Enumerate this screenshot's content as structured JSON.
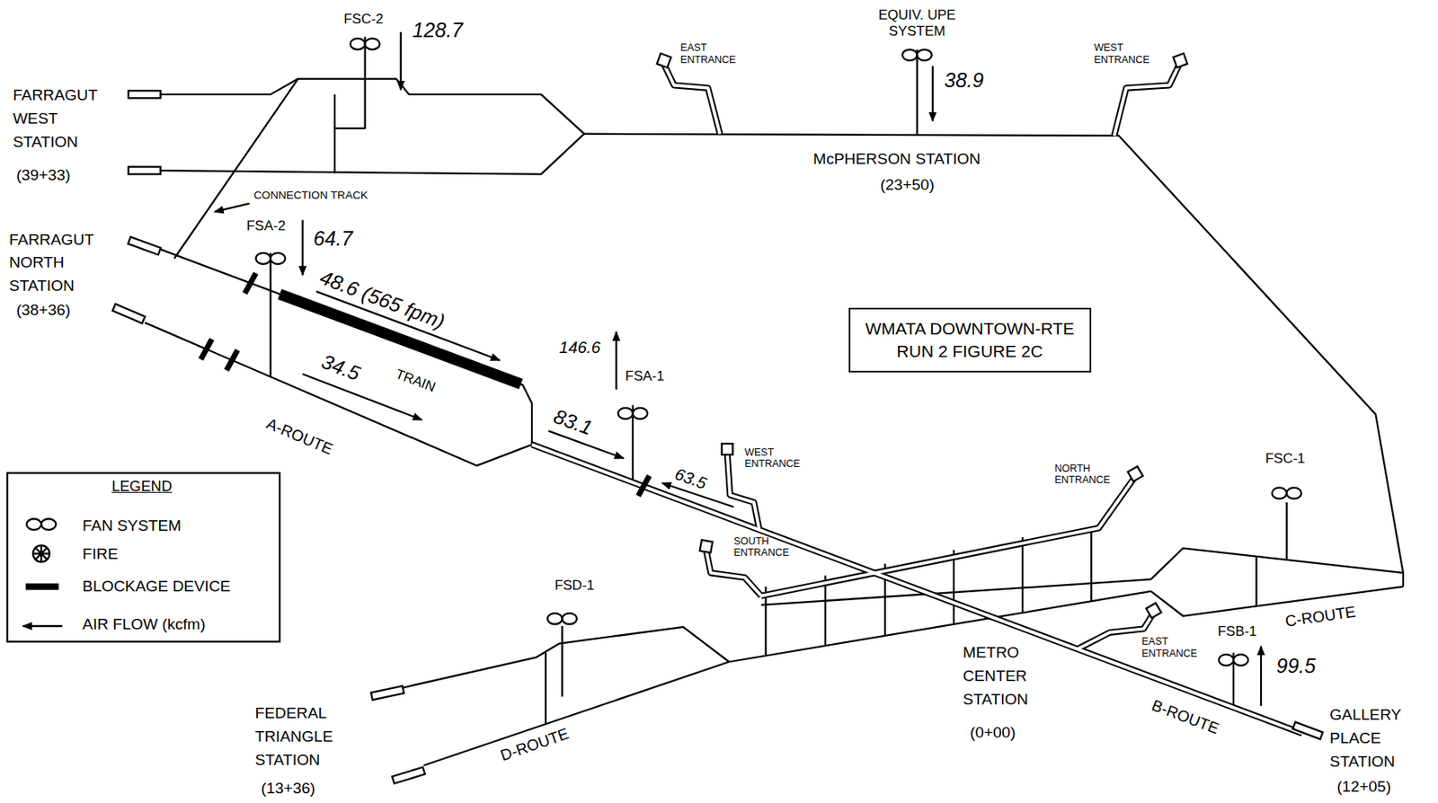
{
  "diagram": {
    "nodes": [
      {
        "text": [
          "WMATA DOWNTOWN-RTE RUN 2 FIGURE 2C"
        ]
      }
    ],
    "labels": [
      "FSC-2",
      "128.7",
      "EQUIV. UPE SYSTEM",
      "38.9",
      "EAST ENTRANCE",
      "WEST ENTRANCE",
      "McPHERSON STATION",
      "(23+50)",
      "FARRAGUT WEST STATION",
      "(39+33)",
      "CONNECTION TRACK",
      "FARRAGUT NORTH STATION",
      "(38+36)",
      "FSA-2",
      "64.7",
      "48.6 (565 fpm)",
      "TRAIN",
      "34.5",
      "A-ROUTE",
      "146.6",
      "FSA-1",
      "83.1",
      "63.5",
      "WEST ENTRANCE",
      "NORTH ENTRANCE",
      "SOUTH ENTRANCE",
      "FSC-1",
      "C-ROUTE",
      "FSD-1",
      "FEDERAL TRIANGLE STATION",
      "(13+36)",
      "METRO CENTER STATION",
      "(0+00)",
      "EAST ENTRANCE",
      "FSB-1",
      "99.5",
      "B-ROUTE",
      "GALLERY PLACE STATION",
      "(12+05)",
      "D-ROUTE",
      "LEGEND"
    ],
    "legend": [
      {
        "text": "FAN SYSTEM"
      },
      {
        "text": "FIRE"
      },
      {
        "text": "BLOCKAGE DEVICE"
      },
      {
        "text": "AIR FLOW (kcfm)"
      }
    ]
  }
}
